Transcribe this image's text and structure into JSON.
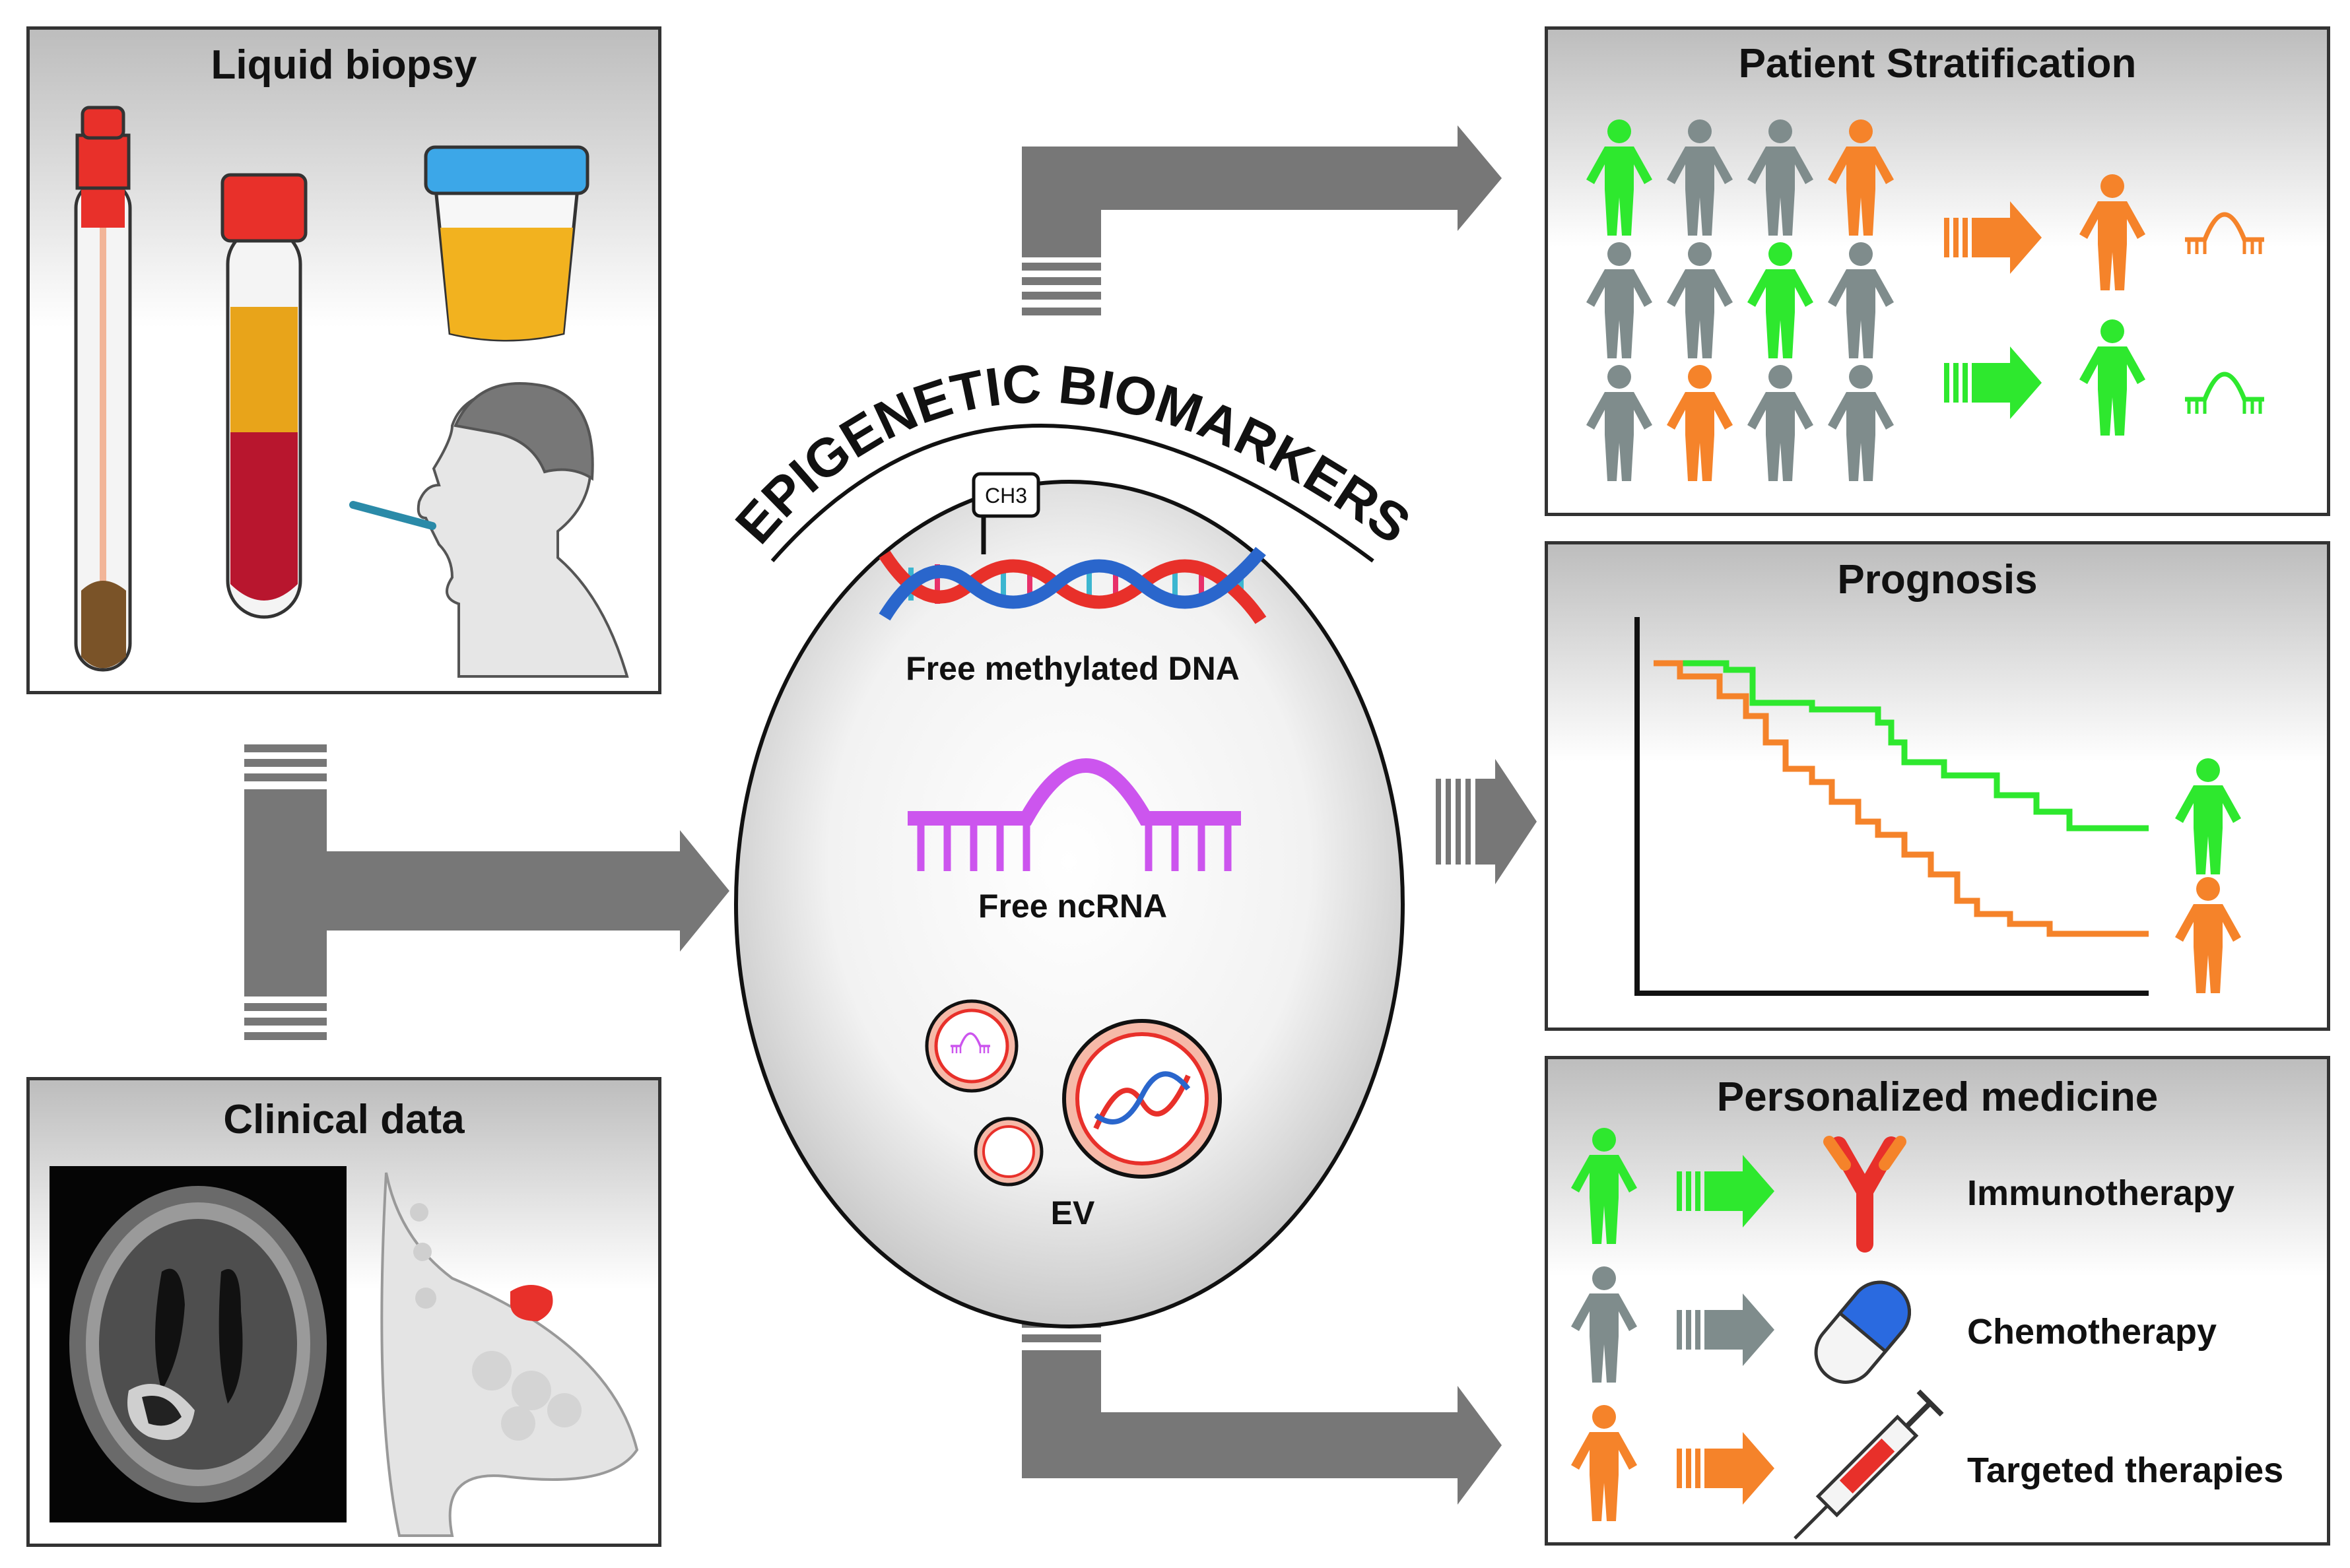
{
  "center": {
    "title": "EPIGENETIC BIOMARKERS",
    "ch3": "CH3",
    "dna_label": "Free methylated DNA",
    "ncrna_label": "Free ncRNA",
    "ev_label": "EV"
  },
  "inputs": {
    "liquid_biopsy": {
      "title": "Liquid biopsy"
    },
    "clinical_data": {
      "title": "Clinical data"
    }
  },
  "outputs": {
    "stratification": {
      "title": "Patient Stratification"
    },
    "prognosis": {
      "title": "Prognosis"
    },
    "personalized": {
      "title": "Personalized medicine",
      "rows": [
        {
          "label": "Immunotherapy",
          "color": "#2ee82e"
        },
        {
          "label": "Chemotherapy",
          "color": "#7f8c8c"
        },
        {
          "label": "Targeted therapies",
          "color": "#f5832a"
        }
      ]
    }
  },
  "colors": {
    "green": "#2ee82e",
    "gray": "#7f8c8c",
    "orange": "#f5832a",
    "arrow": "#777777",
    "purple": "#cc55ee",
    "red": "#e8302a",
    "blue": "#2a66cc"
  }
}
